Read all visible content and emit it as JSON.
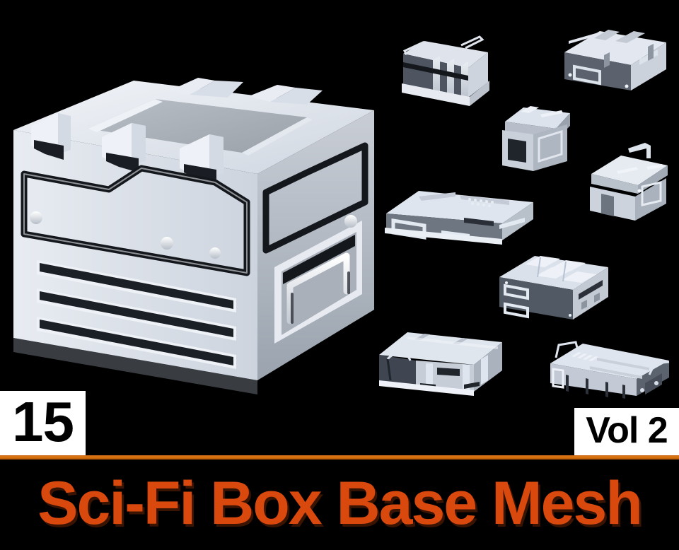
{
  "meta": {
    "background_color": "#000000",
    "accent_color": "#d9480c",
    "badge_bg": "#ffffff",
    "badge_fg": "#000000"
  },
  "badges": {
    "count": "15",
    "volume": "Vol 2"
  },
  "title": "Sci-Fi Box Base Mesh",
  "gallery": {
    "hero": {
      "name": "hero-sci-fi-crate",
      "description": "Large sci-fi storage crate with three top latches, rivets, recessed bar handle and vent slots"
    },
    "thumbnails": [
      {
        "name": "ribbed-ammo-crate",
        "description": "Ribbed ammo crate with wire carry handles"
      },
      {
        "name": "rugged-transport-case",
        "description": "Rugged transport case with side latches and recessed handles"
      },
      {
        "name": "angled-lid-storage-box",
        "description": "Tall storage box with angled hopper lid"
      },
      {
        "name": "bracketed-equipment-case",
        "description": "Bracketed equipment case with top bail handle"
      },
      {
        "name": "flat-wide-panel-crate",
        "description": "Flat wide crate with end handle and vented lid"
      },
      {
        "name": "open-top-divider-bin",
        "description": "Open-top bin with internal dividers and side grips"
      },
      {
        "name": "long-footlocker-crate",
        "description": "Long footlocker crate with wire handle and banded lid"
      },
      {
        "name": "ribbed-long-tray-case",
        "description": "Long ribbed tray case with twin bail handles"
      }
    ]
  }
}
